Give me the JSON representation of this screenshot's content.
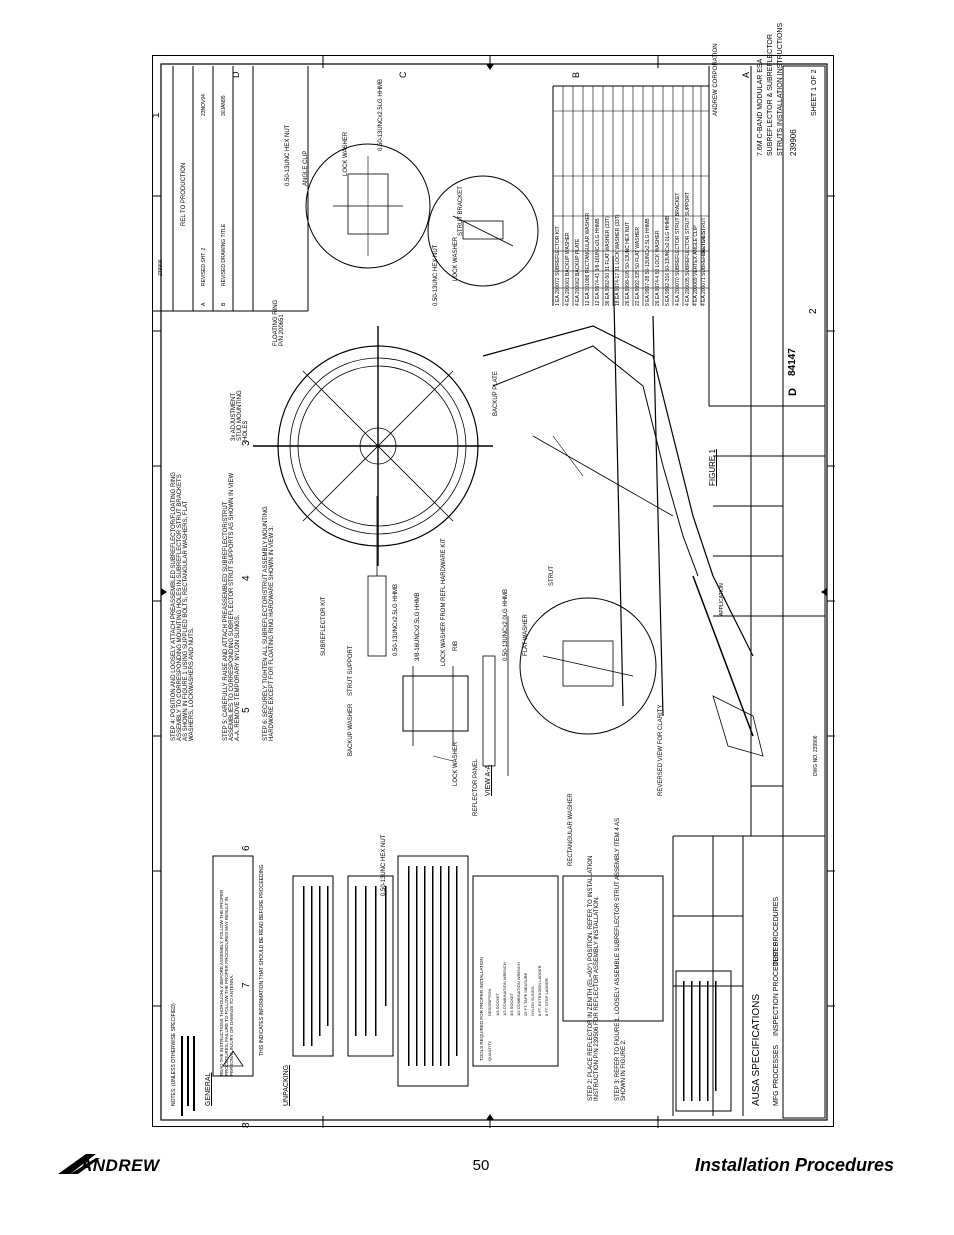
{
  "footer": {
    "brand": "ANDREW",
    "page_number": "50",
    "section_title": "Installation Procedures"
  },
  "drawing": {
    "zone_numbers": [
      "8",
      "7",
      "6",
      "5",
      "4",
      "3",
      "2",
      "1"
    ],
    "zone_letters": [
      "D",
      "C",
      "B",
      "A"
    ],
    "notes_header": "NOTES: (UNLESS OTHERWISE SPECIFIED)",
    "general_title": "GENERAL",
    "general_text": "READ THE INSTRUCTIONS THOROUGHLY BEFORE ASSEMBLY. FOLLOW THE PROPER PROCEDURES. FAILURE TO FOLLOW THE PROPER PROCEDURES MAY RESULT IN PERSONAL INJURY OR DAMAGE TO ANTENNA.",
    "caution_text": "THIS INDICATES INFORMATION THAT SHOULD BE READ BEFORE PROCEEDING",
    "unpacking_title": "UNPACKING",
    "tools_title": "TOOLS REQUIRED FOR PROPER INSTALLATION",
    "tools_columns": [
      "QUANTITY",
      "DESCRIPTION"
    ],
    "tools": [
      "1/4 SOCKET",
      "1/2 COMBINATION WRENCH",
      "3/4 SOCKET",
      "1/2 COMBINATION WRENCH",
      "25 FT. TAPE MEASURE",
      "NYLON SLINGS",
      "8 FT. EXTENSION LADDER",
      "8 FT. STEP LADDER"
    ],
    "step2": "STEP 2: PLACE REFLECTOR IN ZENITH (EL=90°) POSITION. REFER TO INSTALLATION INSTRUCTION P/N 239506 FOR REFLECTOR ASSEMBLY INSTALLATION.",
    "step3": "STEP 3: REFER TO FIGURE 1. LOOSELY ASSEMBLE SUBREFLECTOR STRUT ASSEMBLY ITEM 4 AS SHOWN IN FIGURE 2.",
    "step4": "STEP 4: POSITION AND LOOSELY ATTACH PREASSEMBLED SUBREFLECTOR/FLOATING RING ASSEMBLY TO CORRESPONDING MOUNTING HOLES IN SUBREFLECTOR STRUT BRACKETS AS SHOWN IN FIGURE 1 USING SUPPLIED BOLTS, RECTANGULAR WASHERS, FLAT WASHERS, LOCKWASHERS AND NUTS.",
    "step5": "STEP 5: CAREFULLY RAISE AND ATTACH PREASSEMBLED SUBREFLECTOR/STRUT ASSEMBLIES TO CORRESPONDING SUBREFLECTOR STRUT SUPPORTS AS SHOWN IN VIEW A-A. REMOVE TEMPORARY NYLON SLINGS.",
    "step6": "STEP 6: SECURELY TIGHTEN ALL SUBREFLECTOR/STRUT ASSEMBLY MOUNTING HARDWARE EXCEPT FOR FLOATING RING HARDWARE SHOWN IN VIEW 3.",
    "callouts": [
      "0.50-13UNC HEX NUT",
      "LOCK WASHER",
      "REFLECTOR PANEL",
      "RECTANGULAR WASHER",
      "REVERSED VIEW FOR CLARITY",
      "BACKUP WASHER",
      "STRUT SUPPORT",
      "0.50-13UNCx2.5LG HHMB",
      "3/8-16UNCx2.5LG HHMB",
      "LOCK WASHER FROM REFL HARDWARE KIT",
      "RIB",
      "VIEW A-A",
      "FLAT WASHER",
      "0.50-13UNCx2.0LG HHMB",
      "SUBREFLECTOR KIT",
      "STRUT",
      "FIGURE 1",
      "BACKUP PLATE",
      "3x ADJUSTMENT STUD MOUNTING HOLES",
      "FLOATING RING P/N 200651",
      "0.50-13UNC HEX NUT",
      "LOCK WASHER",
      "STRUT BRACKET",
      "ANGLE CLIP",
      "0.50-13UNC HEX NUT",
      "LOCK WASHER",
      "0.50-13UNCx2.5LG HHMB"
    ],
    "revisions": [
      {
        "rev": "A",
        "desc": "REVISED SHT. 2",
        "date": "23NOV94"
      },
      {
        "rev": "B",
        "desc": "REVISED DRAWING TITLE",
        "date": "30JAN95"
      }
    ],
    "revision_header": "REL TO PRODUCTION",
    "parts_list_title": "PARTS LIST",
    "parts": [
      {
        "qty": "1",
        "um": "EA",
        "part": "200072",
        "desc": "SUBREFLECTOR KIT"
      },
      {
        "qty": "4",
        "um": "EA",
        "part": "200061",
        "desc": "BACKUP WASHER"
      },
      {
        "qty": "4",
        "um": "EA",
        "part": "200062",
        "desc": "BACKUP PLATE"
      },
      {
        "qty": "12",
        "um": "EA",
        "part": "201086",
        "desc": "RECTANGULAR WASHER"
      },
      {
        "qty": "12",
        "um": "EA",
        "part": "9974-41",
        "desc": "3/8-16UNCx2LG HHMB"
      },
      {
        "qty": "36",
        "um": "EA",
        "part": "9992-50",
        "desc": "31 FLAT WASHER (33T)"
      },
      {
        "qty": "18",
        "um": "EA",
        "part": "9974-17",
        "desc": "31 LOCK WASHER (33T)"
      },
      {
        "qty": "26",
        "um": "EA",
        "part": "9998-105",
        "desc": "50-13UNC HEX NUT"
      },
      {
        "qty": "22",
        "um": "EA",
        "part": "9992-325",
        "desc": "50 FLAT WASHER"
      },
      {
        "qty": "9",
        "um": "EA",
        "part": "9997-28",
        "desc": "50-13UNCx2.5LG HHMB"
      },
      {
        "qty": "26",
        "um": "EA",
        "part": "9974-4",
        "desc": "50 LOCK WASHER"
      },
      {
        "qty": "5",
        "um": "EA",
        "part": "9992-316",
        "desc": "50-13UNCx2.0LG HHMB"
      },
      {
        "qty": "4",
        "um": "EA",
        "part": "200070",
        "desc": "SUBREFLECTOR STRUT BRACKET"
      },
      {
        "qty": "4",
        "um": "EA",
        "part": "200035",
        "desc": "SUBREFLECTOR STRUT SUPPORT"
      },
      {
        "qty": "4",
        "um": "EA",
        "part": "200069",
        "desc": "VERTEX ANGLE CLIP"
      },
      {
        "qty": "4",
        "um": "EA",
        "part": "200071",
        "desc": "SUBREFLECTOR STRUT"
      }
    ],
    "company": "ANDREW CORPORATION",
    "title_lines": [
      "7.6M C-BAND MODULAR ESA",
      "SUBREFLECTOR & SUBREFLECTOR",
      "STRUTS INSTALLATION INSTRUCTIONS"
    ],
    "size": "D",
    "cage": "84147",
    "dwg_no": "239906",
    "sheet": "SHEET 1 OF 2",
    "application": "APPLICATION",
    "spec_title": "AUSA SPECIFICATIONS",
    "spec_row": [
      "MFG PROCESSES",
      "INSPECTION PROCEDURES",
      "TEST PROCEDURES"
    ],
    "stamp": "239906",
    "dwg_label": "DWG NO. 239906"
  }
}
